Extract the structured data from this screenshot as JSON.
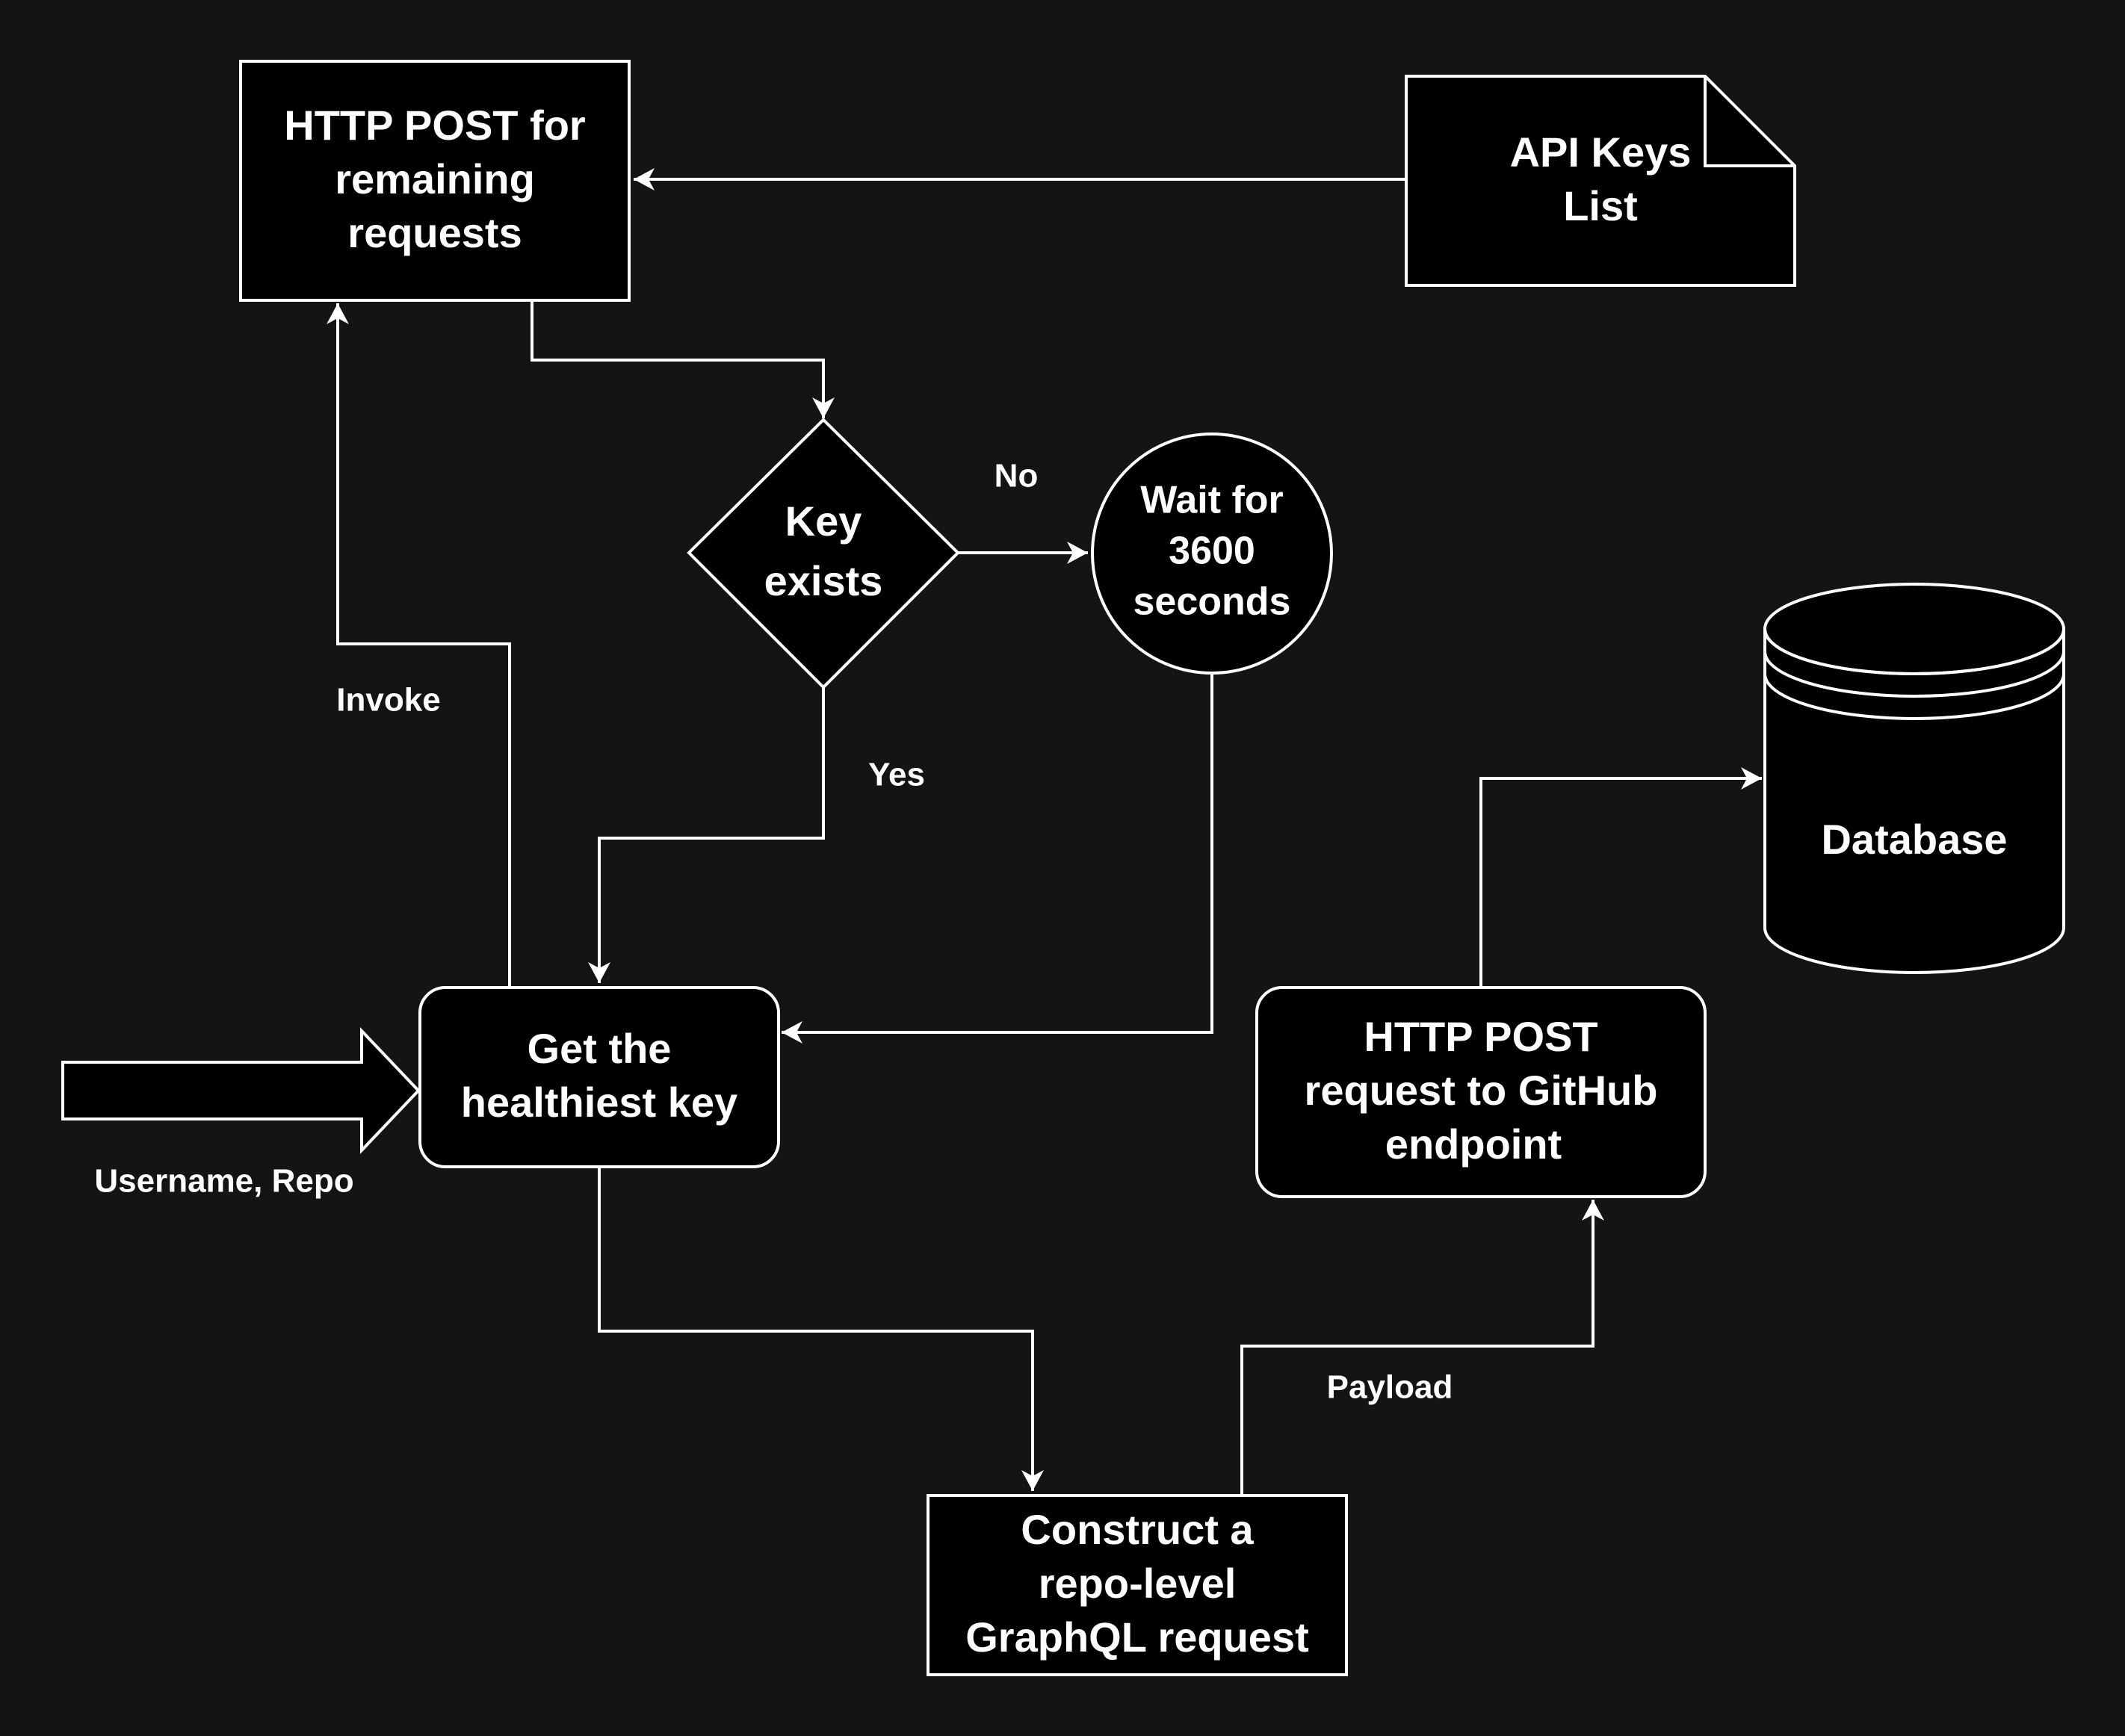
{
  "diagram": {
    "nodes": {
      "http_post_remaining": {
        "lines": [
          "HTTP POST for",
          "remaining",
          "requests"
        ]
      },
      "api_keys_list": {
        "lines": [
          "API Keys",
          "List"
        ]
      },
      "key_exists": {
        "lines": [
          "Key",
          "exists"
        ]
      },
      "wait": {
        "lines": [
          "Wait for",
          "3600",
          "seconds"
        ]
      },
      "database": {
        "lines": [
          "Database"
        ]
      },
      "get_key": {
        "lines": [
          "Get the",
          "healthiest key"
        ]
      },
      "http_post_github": {
        "lines": [
          "HTTP POST",
          "request to GitHub",
          "endpoint"
        ]
      },
      "construct": {
        "lines": [
          "Construct a",
          "repo-level",
          "GraphQL request"
        ]
      }
    },
    "edge_labels": {
      "no": "No",
      "yes": "Yes",
      "invoke": "Invoke",
      "input": "Username, Repo",
      "payload": "Payload"
    }
  }
}
